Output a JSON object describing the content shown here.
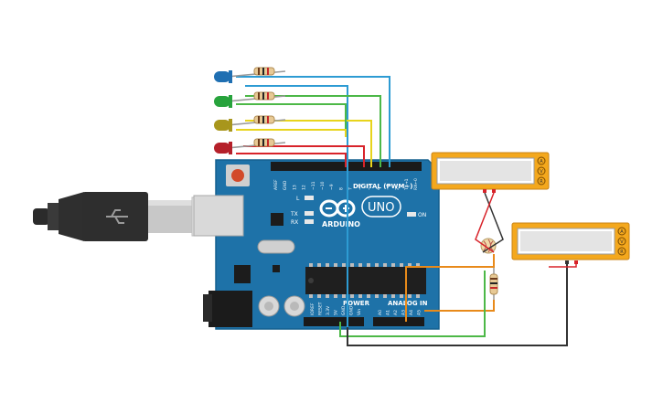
{
  "board": {
    "brand": "ARDUINO",
    "model": "UNO",
    "digital_label": "DIGITAL (PWM~)",
    "power_label": "POWER",
    "analog_label": "ANALOG IN",
    "on_label": "ON",
    "led_l": "L",
    "led_tx": "TX",
    "led_rx": "RX",
    "top_pins": [
      "AREF",
      "GND",
      "13",
      "12",
      "~11",
      "~10",
      "~9",
      "8",
      "7",
      "~6",
      "~5",
      "4",
      "~3",
      "2",
      "TX→1",
      "RX←0"
    ],
    "power_pins": [
      "IOREF",
      "RESET",
      "3.3V",
      "5V",
      "GND",
      "GND",
      "Vin"
    ],
    "analog_pins": [
      "A0",
      "A1",
      "A2",
      "A3",
      "A4",
      "A5"
    ]
  },
  "multimeter_top": {
    "terminals": [
      "A",
      "V",
      "R"
    ],
    "reading": ""
  },
  "multimeter_bottom": {
    "terminals": [
      "A",
      "V",
      "R"
    ],
    "reading": ""
  },
  "leds": [
    {
      "color_name": "blue",
      "color": "#1f6fb2"
    },
    {
      "color_name": "green",
      "color": "#27a33c"
    },
    {
      "color_name": "yellow",
      "color": "#a8961c"
    },
    {
      "color_name": "red",
      "color": "#b5202a"
    }
  ],
  "wire_colors": {
    "blue": "#2d9bd3",
    "green": "#4cb847",
    "yellow": "#e8d41c",
    "red": "#d8232a",
    "orange": "#e88a1a",
    "black": "#333333"
  }
}
